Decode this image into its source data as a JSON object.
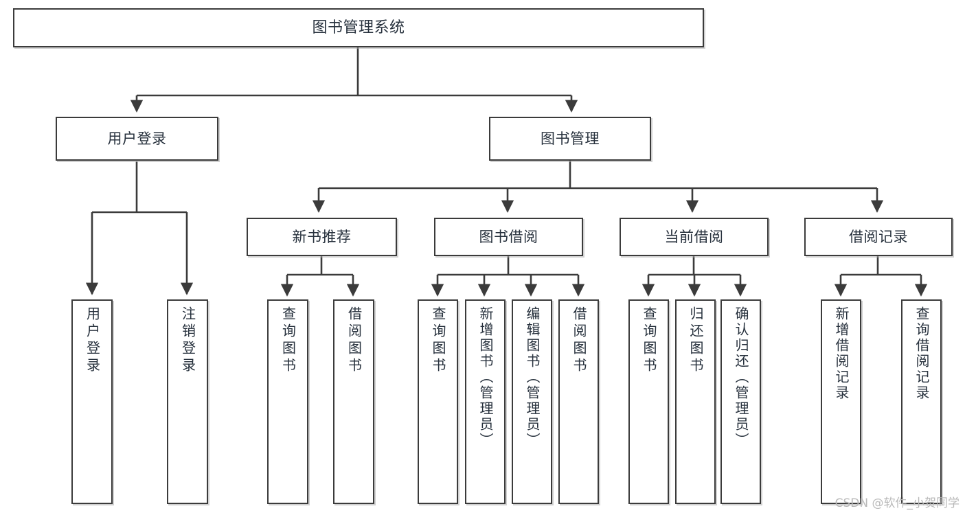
{
  "diagram": {
    "title": "图书管理系统",
    "type": "hierarchy-tree",
    "watermark": "CSDN @软件_小贺同学",
    "colors": {
      "stroke": "#3b3b3b",
      "text": "#27313d",
      "background": "#ffffff",
      "shadow": "#aaaaaa",
      "watermark": "#b9b9b9"
    },
    "nodes": {
      "root": {
        "label": "图书管理系统"
      },
      "level1": [
        {
          "label": "用户登录"
        },
        {
          "label": "图书管理"
        }
      ],
      "level2": [
        {
          "label": "新书推荐"
        },
        {
          "label": "图书借阅"
        },
        {
          "label": "当前借阅"
        },
        {
          "label": "借阅记录"
        }
      ],
      "leaves": {
        "user_login": [
          {
            "label": "用户登录"
          },
          {
            "label": "注销登录"
          }
        ],
        "new_book_recommend": [
          {
            "label": "查询图书"
          },
          {
            "label": "借阅图书"
          }
        ],
        "book_borrow": [
          {
            "label": "查询图书"
          },
          {
            "label": "新增图书（管理员）"
          },
          {
            "label": "编辑图书（管理员）"
          },
          {
            "label": "借阅图书"
          }
        ],
        "current_borrow": [
          {
            "label": "查询图书"
          },
          {
            "label": "归还图书"
          },
          {
            "label": "确认归还（管理员）"
          }
        ],
        "borrow_record": [
          {
            "label": "新增借阅记录"
          },
          {
            "label": "查询借阅记录"
          }
        ]
      }
    }
  }
}
